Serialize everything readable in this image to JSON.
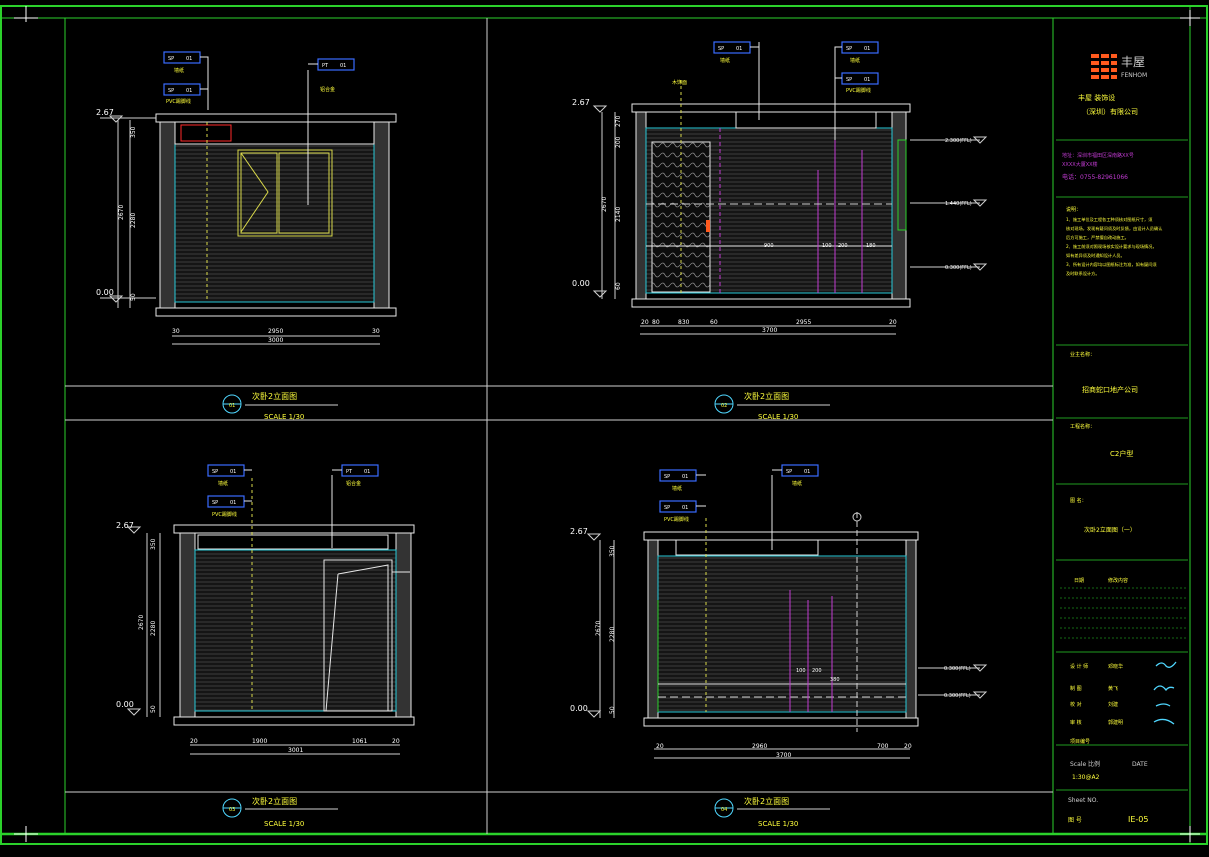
{
  "colors": {
    "background": "#000000",
    "frame": "#2bd12b",
    "wall": "#e8e8e8",
    "dim": "#cfcfcf",
    "text_white": "#ffffff",
    "text_yellow": "#ffff3c",
    "tag": "#3a6cff",
    "cyan": "#27c9d8",
    "magenta": "#c23bd3",
    "orange": "#ff5a1e",
    "red": "#ff2a2a",
    "signature": "#4fd7ff"
  },
  "views": [
    {
      "id": "01",
      "title": "次卧2立面图",
      "scale": "SCALE  1/30",
      "level_top": "2.67",
      "level_bottom": "0.00",
      "v_dims": [
        "350",
        "2670",
        "2280",
        "50"
      ],
      "h_dims": [
        "30",
        "2950",
        "30"
      ],
      "h_total": "3000",
      "tags": [
        [
          "SP",
          "01"
        ],
        [
          "SP",
          "01"
        ],
        [
          "PT",
          "01"
        ]
      ],
      "tag_notes": [
        "墙纸",
        "PVC踢脚线",
        "铝合金"
      ]
    },
    {
      "id": "02",
      "title": "次卧2立面图",
      "scale": "SCALE  1/30",
      "level_top": "2.67",
      "level_bottom": "0.00",
      "v_dims": [
        "270",
        "200",
        "2670",
        "2140",
        "60"
      ],
      "h_dims": [
        "20",
        "80",
        "830",
        "60",
        "2955",
        "20"
      ],
      "h_total": "3700",
      "tags": [
        [
          "SP",
          "01"
        ],
        [
          "SP",
          "01"
        ],
        [
          "SP",
          "01"
        ]
      ],
      "tag_notes": [
        "墙纸",
        "墙纸",
        "PVC踢脚线",
        "木饰面"
      ],
      "levels_right": [
        "2.300(FFL)",
        "1.440(FFL)",
        "0.300(FFL)"
      ],
      "inner_dims": [
        "900",
        "100",
        "200",
        "180"
      ]
    },
    {
      "id": "03",
      "title": "次卧2立面图",
      "scale": "SCALE  1/30",
      "level_top": "2.67",
      "level_bottom": "0.00",
      "v_dims": [
        "350",
        "2670",
        "2280",
        "50"
      ],
      "h_dims": [
        "20",
        "1900",
        "1061",
        "20"
      ],
      "h_total": "3001",
      "tags": [
        [
          "SP",
          "01"
        ],
        [
          "PT",
          "01"
        ],
        [
          "SP",
          "01"
        ]
      ],
      "tag_notes": [
        "墙纸",
        "铝合金",
        "PVC踢脚线"
      ]
    },
    {
      "id": "04",
      "title": "次卧2立面图",
      "scale": "SCALE  1/30",
      "level_top": "2.67",
      "level_bottom": "0.00",
      "v_dims": [
        "350",
        "2670",
        "2280",
        "50"
      ],
      "h_dims": [
        "20",
        "2960",
        "700",
        "20"
      ],
      "h_total": "3700",
      "tags": [
        [
          "SP",
          "01"
        ],
        [
          "SP",
          "01"
        ],
        [
          "SP",
          "01"
        ]
      ],
      "tag_notes": [
        "墙纸",
        "墙纸",
        "PVC踢脚线"
      ],
      "levels_right": [
        "0.300(FFL)",
        "0.300(FFL)"
      ],
      "inner_dims": [
        "100",
        "200",
        "380"
      ]
    }
  ],
  "title_block": {
    "logo_cn": "丰屋",
    "logo_en": "FENHOM",
    "company_line1": "丰屋  装饰设",
    "company_line2": "（深圳）有限公司",
    "address_line1": "地址：深圳市福田区深南路XX号",
    "address_line2": "XXXX大厦XX楼",
    "phone": "电话：0755-82961066",
    "notes_title": "说明：",
    "notes": [
      "1、施工单位及工程各工种须核对图纸尺寸，须",
      "核对现场，发现有疑问须及时反馈，由设计人员确认",
      "后方可施工，严禁擅自改动施工。",
      "2、施工前须对照现场核实设计要求与现场情况，",
      "如有差异须及时通知设计人员。",
      "3、所有设计内容均以图纸标注为准，如有疑问须",
      "及时联系设计方。"
    ],
    "client_label": "业主名称：",
    "client": "招商蛇口地产公司",
    "project_label": "工程名称：",
    "project": "C2户型",
    "drawing_label": "图  名：",
    "drawing": "次卧2立面图（一）",
    "revision_headers": [
      "日期",
      "修改内容"
    ],
    "roles": [
      {
        "role": "设 计 师",
        "name": "邓晓华"
      },
      {
        "role": "制    图",
        "name": "黄飞"
      },
      {
        "role": "校    对",
        "name": "刘建"
      },
      {
        "role": "审    核",
        "name": "郭建明"
      }
    ],
    "stamp_label": "项目编号",
    "scale_label": "Scale 比例",
    "date_label": "DATE",
    "scale_value": "1:30@A2",
    "sheet_label": "Sheet NO.",
    "sheet_cn": "图  号",
    "sheet_no": "IE-05"
  }
}
